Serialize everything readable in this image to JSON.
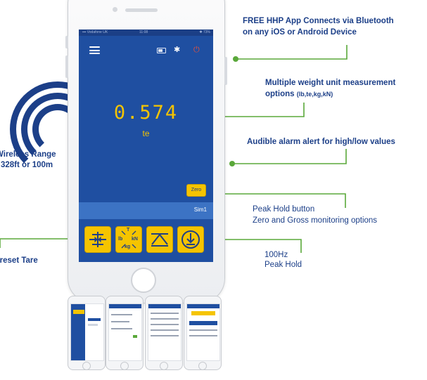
{
  "phone": {
    "status_left": "▪▪▪ Vodafone UK",
    "status_time": "11:08",
    "status_right": "✱ 73%",
    "reading_value": "0.574",
    "reading_unit": "te",
    "zero_button": "Zero",
    "sim_label": "Sim1",
    "icons": [
      "menu-icon",
      "battery-icon",
      "bluetooth-icon",
      "power-icon"
    ],
    "toolbar": {
      "unit_tool": {
        "top": "T",
        "left": "lb",
        "right": "kN",
        "bottom": "kg"
      }
    }
  },
  "callouts": {
    "app": [
      "FREE HHP App Connects via Bluetooth",
      "on any iOS or Android Device"
    ],
    "units_main": "Multiple weight unit measurement",
    "units_sub": "options",
    "units_paren": "(lb,te,kg,kN)",
    "alarm": "Audible alarm alert for high/low values",
    "peak": [
      "Peak Hold button",
      "Zero and Gross monitoring options"
    ],
    "hz": [
      "100Hz",
      "Peak Hold"
    ],
    "wireless": [
      "Wireless Range",
      "328ft or 100m"
    ],
    "tare": "Preset Tare"
  },
  "colors": {
    "screen_blue": "#1f4fa1",
    "accent_yellow": "#f5c400",
    "line_green": "#5aa83a",
    "text_navy": "#1c3f88",
    "power_red": "#e8503a"
  }
}
